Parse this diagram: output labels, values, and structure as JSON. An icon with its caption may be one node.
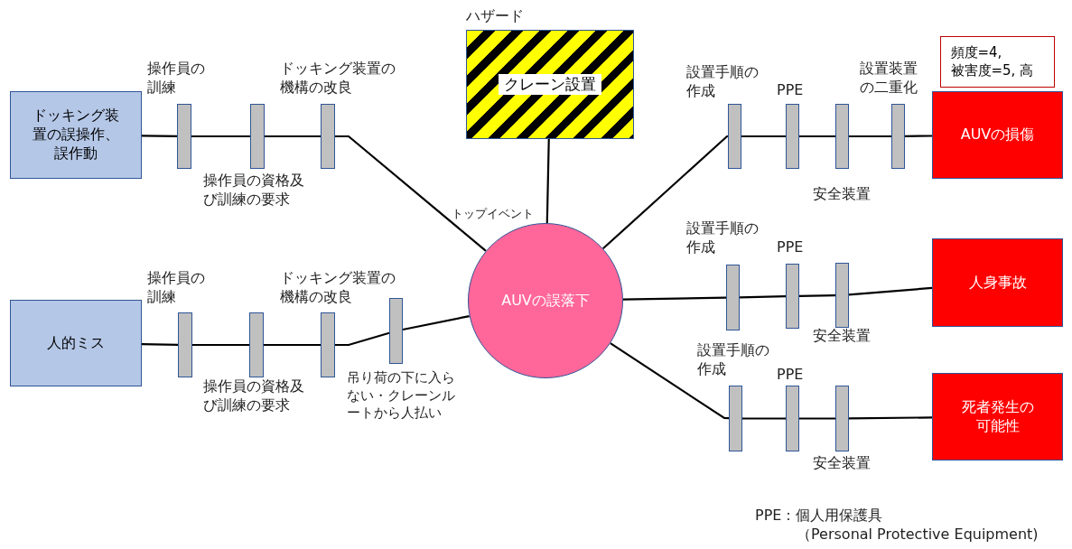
{
  "diagram": {
    "nodes": [
      {
        "text": [
          "ドッキング装置の誤操作、誤作動"
        ]
      },
      {
        "text": [],
        "shape": "bar",
        "beside": [
          "操作員の訓練"
        ]
      },
      {
        "text": [],
        "shape": "bar",
        "beside": [
          "操作員の資格及び訓練の要求"
        ]
      },
      {
        "text": [],
        "shape": "bar",
        "beside": [
          "ドッキング装置の機構の改良"
        ]
      },
      {
        "text": [
          "人的ミス"
        ]
      },
      {
        "text": [],
        "shape": "bar",
        "beside": [
          "操作員の訓練"
        ]
      },
      {
        "text": [],
        "shape": "bar",
        "beside": [
          "操作員の資格及び訓練の要求"
        ]
      },
      {
        "text": [],
        "shape": "bar",
        "beside": [
          "ドッキング装置の機構の改良"
        ]
      },
      {
        "text": [],
        "shape": "bar",
        "beside": [
          "吊り荷の下に入らない・クレーンルートから人払い"
        ]
      },
      {
        "text": [
          "クレーン設置"
        ],
        "beside": [
          "ハザード"
        ]
      },
      {
        "text": [
          "AUVの誤落下"
        ],
        "beside": [
          "トップイベント"
        ]
      },
      {
        "text": [],
        "shape": "bar",
        "beside": [
          "設置手順の作成"
        ]
      },
      {
        "text": [],
        "shape": "bar",
        "beside": [
          "PPE"
        ]
      },
      {
        "text": [],
        "shape": "bar",
        "beside": [
          "安全装置"
        ]
      },
      {
        "text": [],
        "shape": "bar",
        "beside": [
          "設置装置の二重化"
        ]
      },
      {
        "text": [
          "頻度=4, 被害度=5, 高"
        ]
      },
      {
        "text": [
          "AUVの損傷"
        ]
      },
      {
        "text": [],
        "shape": "bar",
        "beside": [
          "設置手順の作成"
        ]
      },
      {
        "text": [],
        "shape": "bar",
        "beside": [
          "PPE"
        ]
      },
      {
        "text": [],
        "shape": "bar",
        "beside": [
          "安全装置"
        ]
      },
      {
        "text": [
          "人身事故"
        ]
      },
      {
        "text": [],
        "shape": "bar",
        "beside": [
          "設置手順の作成"
        ]
      },
      {
        "text": [],
        "shape": "bar",
        "beside": [
          "PPE"
        ]
      },
      {
        "text": [],
        "shape": "bar",
        "beside": [
          "安全装置"
        ]
      },
      {
        "text": [
          "死者発生の可能性"
        ]
      }
    ],
    "edges": [
      {
        "from": 0,
        "to": 1,
        "arrow": "none"
      },
      {
        "from": 1,
        "to": 2,
        "arrow": "none"
      },
      {
        "from": 2,
        "to": 3,
        "arrow": "none"
      },
      {
        "from": 3,
        "to": 10,
        "arrow": "none"
      },
      {
        "from": 4,
        "to": 5,
        "arrow": "none"
      },
      {
        "from": 5,
        "to": 6,
        "arrow": "none"
      },
      {
        "from": 6,
        "to": 7,
        "arrow": "none"
      },
      {
        "from": 7,
        "to": 8,
        "arrow": "none"
      },
      {
        "from": 8,
        "to": 10,
        "arrow": "none"
      },
      {
        "from": 9,
        "to": 10,
        "arrow": "none"
      },
      {
        "from": 10,
        "to": 11,
        "arrow": "none"
      },
      {
        "from": 11,
        "to": 12,
        "arrow": "none"
      },
      {
        "from": 12,
        "to": 13,
        "arrow": "none"
      },
      {
        "from": 13,
        "to": 14,
        "arrow": "none"
      },
      {
        "from": 14,
        "to": 16,
        "arrow": "none"
      },
      {
        "from": 10,
        "to": 17,
        "arrow": "none"
      },
      {
        "from": 17,
        "to": 18,
        "arrow": "none"
      },
      {
        "from": 18,
        "to": 19,
        "arrow": "none"
      },
      {
        "from": 19,
        "to": 20,
        "arrow": "none"
      },
      {
        "from": 10,
        "to": 21,
        "arrow": "none"
      },
      {
        "from": 21,
        "to": 22,
        "arrow": "none"
      },
      {
        "from": 22,
        "to": 23,
        "arrow": "none"
      },
      {
        "from": 23,
        "to": 24,
        "arrow": "none"
      }
    ],
    "labels": [
      "PPE：個人用保護具",
      "（Personal Protective Equipment)"
    ]
  }
}
